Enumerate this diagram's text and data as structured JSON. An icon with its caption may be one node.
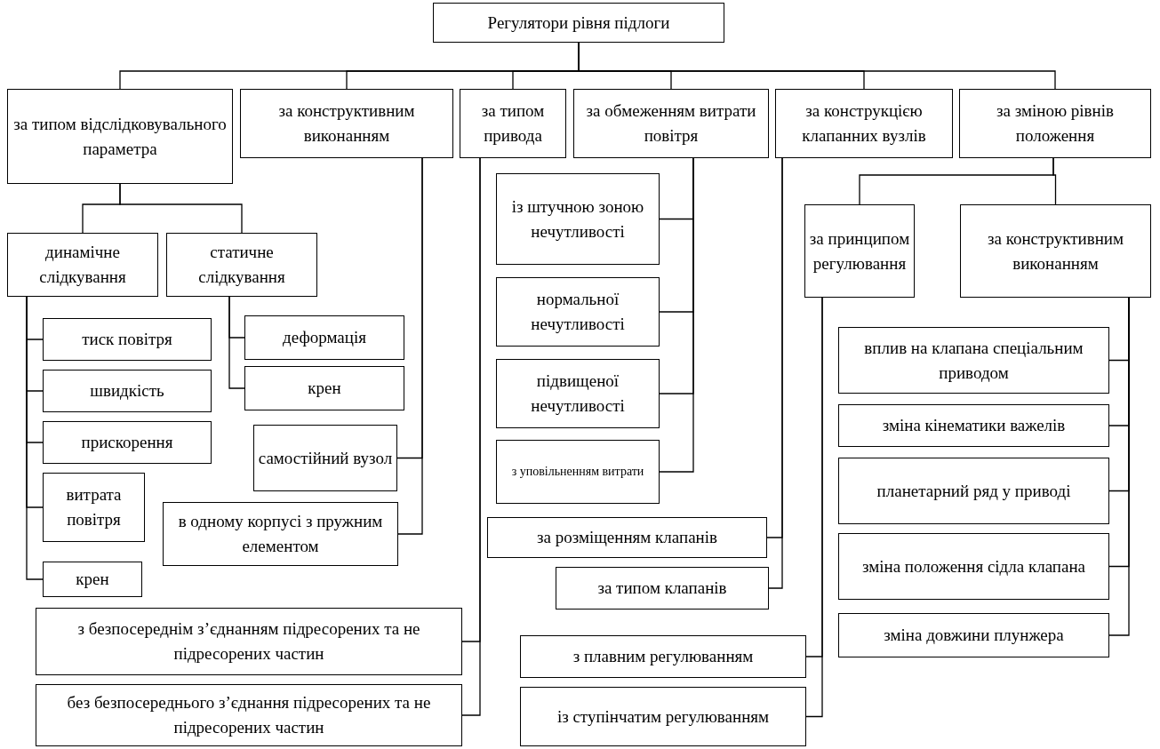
{
  "diagram": {
    "nodes": [
      {
        "text": [
          "Регулятори рівня підлоги"
        ]
      },
      {
        "text": [
          "за типом відслідковувального параметра"
        ]
      },
      {
        "text": [
          "за конструктивним виконанням"
        ]
      },
      {
        "text": [
          "за типом привода"
        ]
      },
      {
        "text": [
          "за обмеженням витрати повітря"
        ]
      },
      {
        "text": [
          "за конструкцією клапанних вузлів"
        ]
      },
      {
        "text": [
          "за зміною рівнів положення"
        ]
      },
      {
        "text": [
          "динамічне слідкування"
        ]
      },
      {
        "text": [
          "статичне слідкування"
        ]
      },
      {
        "text": [
          "тиск повітря"
        ]
      },
      {
        "text": [
          "швидкість"
        ]
      },
      {
        "text": [
          "прискорення"
        ]
      },
      {
        "text": [
          "витрата повітря"
        ]
      },
      {
        "text": [
          "крен"
        ]
      },
      {
        "text": [
          "деформація"
        ]
      },
      {
        "text": [
          "крен"
        ]
      },
      {
        "text": [
          "самостійний вузол"
        ]
      },
      {
        "text": [
          "в одному корпусі з пружним елементом"
        ]
      },
      {
        "text": [
          "з безпосереднім з’єднанням підресорених та не підресорених частин"
        ]
      },
      {
        "text": [
          "без безпосереднього з’єднання підресорених та не підресорених частин"
        ]
      },
      {
        "text": [
          "із штучною зоною нечутливості"
        ]
      },
      {
        "text": [
          "нормальної нечутливості"
        ]
      },
      {
        "text": [
          "підвищеної нечутливості"
        ]
      },
      {
        "text": [
          "з уповільненням витрати"
        ]
      },
      {
        "text": [
          "за розміщенням клапанів"
        ]
      },
      {
        "text": [
          "за типом клапанів"
        ]
      },
      {
        "text": [
          "за принципом регулювання"
        ]
      },
      {
        "text": [
          "за конструктивним виконанням"
        ]
      },
      {
        "text": [
          "з плавним регулюванням"
        ]
      },
      {
        "text": [
          "із ступінчатим регулюванням"
        ]
      },
      {
        "text": [
          "вплив на клапана спеціальним приводом"
        ]
      },
      {
        "text": [
          "зміна кінематики важелів"
        ]
      },
      {
        "text": [
          "планетарний ряд у приводі"
        ]
      },
      {
        "text": [
          "зміна положення сідла клапана"
        ]
      },
      {
        "text": [
          "зміна довжини плунжера"
        ]
      }
    ],
    "edges": [
      {
        "from": 0,
        "to": 1,
        "arrow": "none"
      },
      {
        "from": 0,
        "to": 2,
        "arrow": "none"
      },
      {
        "from": 0,
        "to": 3,
        "arrow": "none"
      },
      {
        "from": 0,
        "to": 4,
        "arrow": "none"
      },
      {
        "from": 0,
        "to": 5,
        "arrow": "none"
      },
      {
        "from": 0,
        "to": 6,
        "arrow": "none"
      },
      {
        "from": 1,
        "to": 7,
        "arrow": "none"
      },
      {
        "from": 1,
        "to": 8,
        "arrow": "none"
      },
      {
        "from": 7,
        "to": 9,
        "arrow": "none"
      },
      {
        "from": 7,
        "to": 10,
        "arrow": "none"
      },
      {
        "from": 7,
        "to": 11,
        "arrow": "none"
      },
      {
        "from": 7,
        "to": 12,
        "arrow": "none"
      },
      {
        "from": 7,
        "to": 13,
        "arrow": "none"
      },
      {
        "from": 8,
        "to": 14,
        "arrow": "none"
      },
      {
        "from": 8,
        "to": 15,
        "arrow": "none"
      },
      {
        "from": 2,
        "to": 16,
        "arrow": "none"
      },
      {
        "from": 2,
        "to": 17,
        "arrow": "none"
      },
      {
        "from": 3,
        "to": 18,
        "arrow": "none"
      },
      {
        "from": 3,
        "to": 19,
        "arrow": "none"
      },
      {
        "from": 4,
        "to": 20,
        "arrow": "none"
      },
      {
        "from": 4,
        "to": 21,
        "arrow": "none"
      },
      {
        "from": 4,
        "to": 22,
        "arrow": "none"
      },
      {
        "from": 4,
        "to": 23,
        "arrow": "none"
      },
      {
        "from": 5,
        "to": 24,
        "arrow": "none"
      },
      {
        "from": 5,
        "to": 25,
        "arrow": "none"
      },
      {
        "from": 6,
        "to": 26,
        "arrow": "none"
      },
      {
        "from": 6,
        "to": 27,
        "arrow": "none"
      },
      {
        "from": 26,
        "to": 28,
        "arrow": "none"
      },
      {
        "from": 26,
        "to": 29,
        "arrow": "none"
      },
      {
        "from": 27,
        "to": 30,
        "arrow": "none"
      },
      {
        "from": 27,
        "to": 31,
        "arrow": "none"
      },
      {
        "from": 27,
        "to": 32,
        "arrow": "none"
      },
      {
        "from": 27,
        "to": 33,
        "arrow": "none"
      },
      {
        "from": 27,
        "to": 34,
        "arrow": "none"
      }
    ]
  }
}
